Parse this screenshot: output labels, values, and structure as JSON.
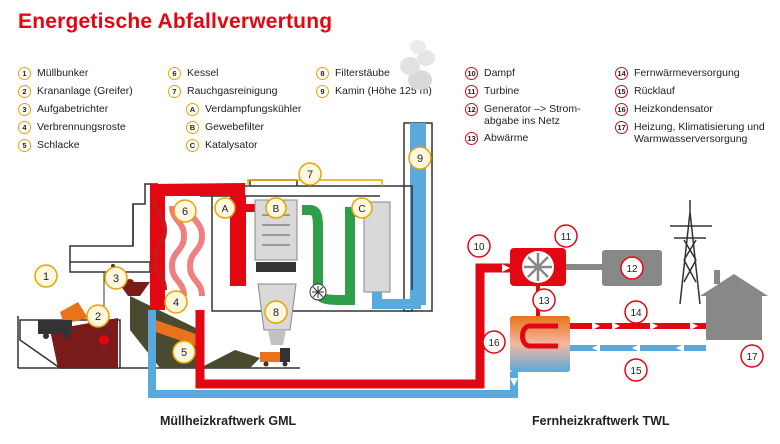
{
  "title": "Energetische Abfallverwertung",
  "legend_col1": [
    {
      "n": "1",
      "label": "Müllbunker"
    },
    {
      "n": "2",
      "label": "Krananlage (Greifer)"
    },
    {
      "n": "3",
      "label": "Aufgabetrichter"
    },
    {
      "n": "4",
      "label": "Verbrennungsroste"
    },
    {
      "n": "5",
      "label": "Schlacke"
    }
  ],
  "legend_col2": [
    {
      "n": "6",
      "label": "Kessel"
    },
    {
      "n": "7",
      "label": "Rauchgasreinigung"
    },
    {
      "n": "A",
      "label": "Verdampfungskühler"
    },
    {
      "n": "B",
      "label": "Gewebefilter"
    },
    {
      "n": "C",
      "label": "Katalysator"
    }
  ],
  "legend_col3": [
    {
      "n": "8",
      "label": "Filterstäube"
    },
    {
      "n": "9",
      "label": "Kamin (Höhe 125 m)"
    }
  ],
  "legend_col4": [
    {
      "n": "10",
      "label": "Dampf"
    },
    {
      "n": "11",
      "label": "Turbine"
    },
    {
      "n": "12",
      "label": "Generator –> Strom-\nabgabe ins Netz"
    },
    {
      "n": "13",
      "label": "Abwärme"
    }
  ],
  "legend_col5": [
    {
      "n": "14",
      "label": "Fernwärmeversorgung"
    },
    {
      "n": "15",
      "label": "Rücklauf"
    },
    {
      "n": "16",
      "label": "Heizkondensator"
    },
    {
      "n": "17",
      "label": "Heizung, Klimatisierung und\nWarmwasserversorgung"
    }
  ],
  "captions": {
    "left": "Müllheizkraftwerk GML",
    "right": "Fernheizkraftwerk TWL"
  },
  "markers": {
    "m1": "1",
    "m2": "2",
    "m3": "3",
    "m4": "4",
    "m5": "5",
    "m6": "6",
    "m7": "7",
    "m8": "8",
    "m9": "9",
    "m10": "10",
    "m11": "11",
    "m12": "12",
    "m13": "13",
    "m14": "14",
    "m15": "15",
    "m16": "16",
    "m17": "17",
    "mA": "A",
    "mB": "B",
    "mC": "C"
  },
  "colors": {
    "accent_red": "#e30613",
    "legend_orange": "#e8a400",
    "pipe_blue": "#5aa9dc",
    "smoke_green": "#2e9e48",
    "marker_orange": "#f5a400"
  }
}
